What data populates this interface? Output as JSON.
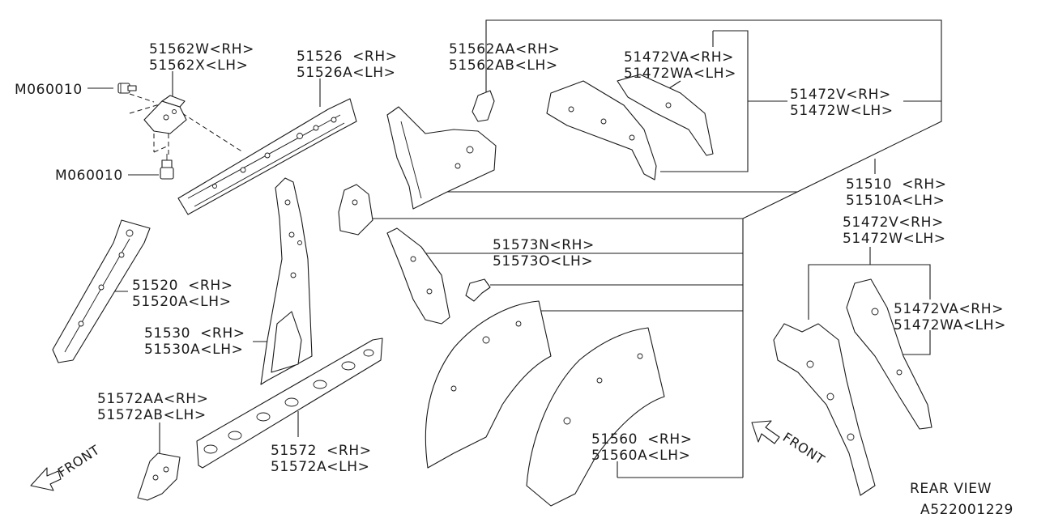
{
  "labels": {
    "m060010_top": "M060010",
    "m060010_bottom": "M060010",
    "p51562w": "51562W<RH>",
    "p51562x": "51562X<LH>",
    "p51526": "51526  <RH>",
    "p51526a": "51526A<LH>",
    "p51562aa": "51562AA<RH>",
    "p51562ab": "51562AB<LH>",
    "p51472va_top": "51472VA<RH>",
    "p51472wa_top": "51472WA<LH>",
    "p51472v_top": "51472V<RH>",
    "p51472w_top": "51472W<LH>",
    "p51510": "51510  <RH>",
    "p51510a": "51510A<LH>",
    "p51472v_mid": "51472V<RH>",
    "p51472w_mid": "51472W<LH>",
    "p51573n": "51573N<RH>",
    "p51573o": "51573O<LH>",
    "p51520": "51520  <RH>",
    "p51520a": "51520A<LH>",
    "p51530": "51530  <RH>",
    "p51530a": "51530A<LH>",
    "p51472va_bot": "51472VA<RH>",
    "p51472wa_bot": "51472WA<LH>",
    "p51572aa": "51572AA<RH>",
    "p51572ab": "51572AB<LH>",
    "p51572": "51572  <RH>",
    "p51572a": "51572A<LH>",
    "p51560": "51560  <RH>",
    "p51560a": "51560A<LH>",
    "front_left": "FRONT",
    "front_right": "FRONT",
    "rear_view": "REAR VIEW",
    "diagram_code": "A522001229"
  }
}
